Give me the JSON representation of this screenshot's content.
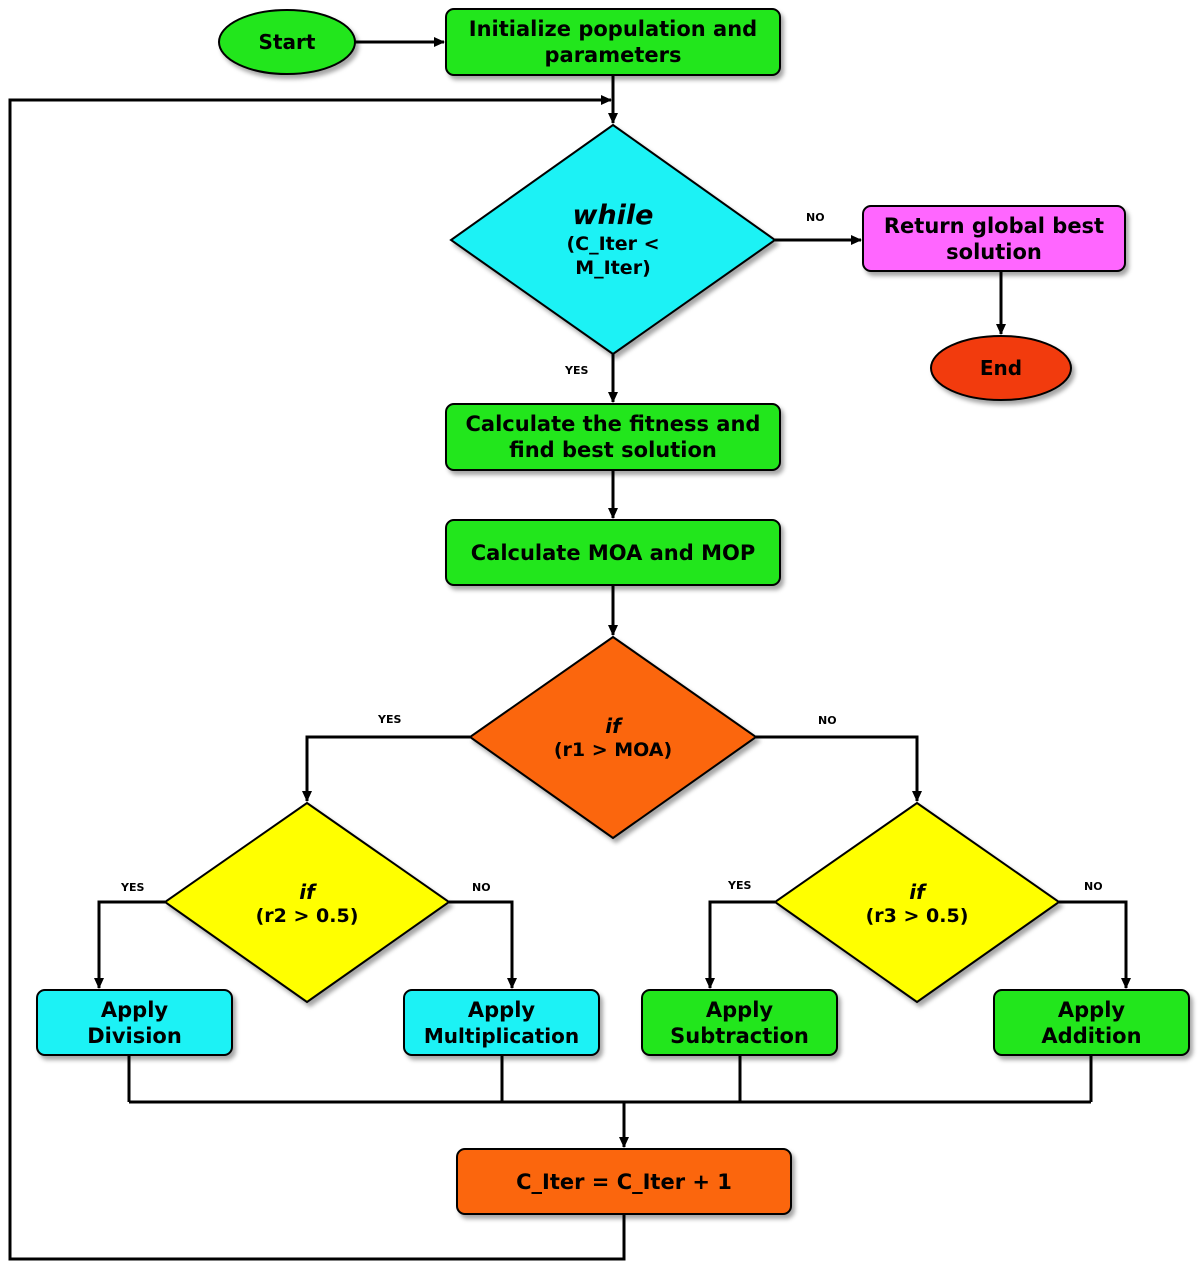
{
  "colors": {
    "green": "#22e61e",
    "cyan": "#1ff2f5",
    "magenta": "#ff66ff",
    "red": "#f23a0c",
    "orange": "#fb660a",
    "yellow": "#ffff00"
  },
  "nodes": {
    "start": "Start",
    "init": [
      "Initialize population and",
      "parameters"
    ],
    "while_cond": {
      "keyword": "while",
      "lines": [
        "(C_Iter <",
        "M_Iter)"
      ]
    },
    "return_best": [
      "Return global best",
      "solution"
    ],
    "end": "End",
    "fitness": [
      "Calculate the fitness and",
      "find best solution"
    ],
    "moa_mop": "Calculate MOA and MOP",
    "if_r1": {
      "keyword": "if",
      "condition": "(r1 > MOA)"
    },
    "if_r2": {
      "keyword": "if",
      "condition": "(r2 > 0.5)"
    },
    "if_r3": {
      "keyword": "if",
      "condition": "(r3 > 0.5)"
    },
    "division": [
      "Apply",
      "Division"
    ],
    "multiplication": [
      "Apply",
      "Multiplication"
    ],
    "subtraction": [
      "Apply",
      "Subtraction"
    ],
    "addition": [
      "Apply",
      "Addition"
    ],
    "increment": "C_Iter = C_Iter + 1"
  },
  "edge_labels": {
    "while_no": "NO",
    "while_yes": "YES",
    "r1_yes": "YES",
    "r1_no": "NO",
    "r2_yes": "YES",
    "r2_no": "NO",
    "r3_yes": "YES",
    "r3_no": "NO"
  }
}
